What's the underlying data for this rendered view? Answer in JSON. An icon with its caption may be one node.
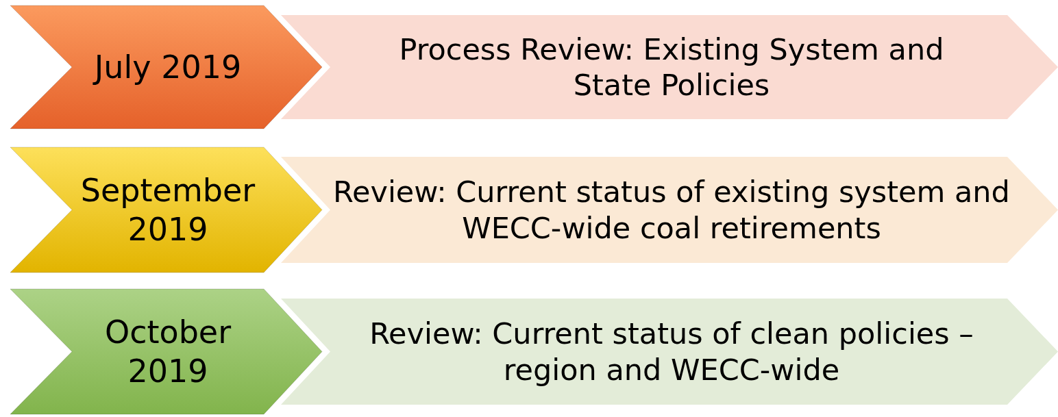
{
  "diagram": {
    "nodes": [
      {
        "text": [
          "July 2019"
        ]
      },
      {
        "text": [
          "Process Review: Existing System and State Policies"
        ]
      },
      {
        "text": [
          "September 2019"
        ]
      },
      {
        "text": [
          "Review: Current status of existing system and WECC-wide coal retirements"
        ]
      },
      {
        "text": [
          "October 2019"
        ]
      },
      {
        "text": [
          "Review: Current status of clean policies – region and WECC-wide"
        ]
      }
    ]
  }
}
